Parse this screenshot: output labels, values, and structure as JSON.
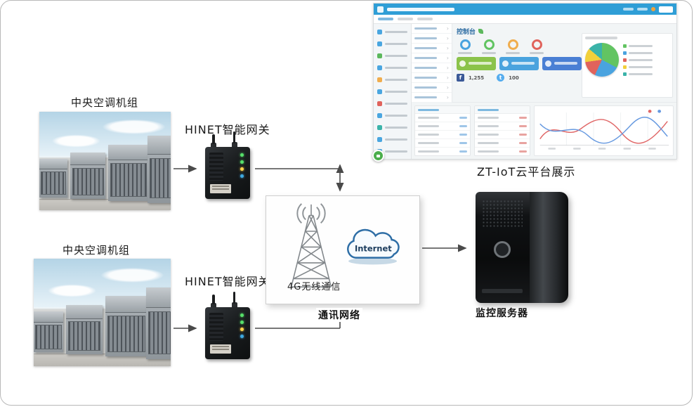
{
  "colors": {
    "arrow": "#4a4a4a",
    "dashboard_header_blue": "#2f9ed6",
    "facebook_blue": "#3b5998",
    "twitter_blue": "#55acee",
    "fab_green": "#4cae4c",
    "pie_green": "#62c462",
    "pie_blue": "#4aa3df",
    "pie_red": "#e0635c",
    "pie_yellow": "#f2d03b",
    "chart_line_red": "#e06666",
    "chart_line_blue": "#6699e0"
  },
  "diagram": {
    "ac_unit_top_label": "中央空调机组",
    "ac_unit_bottom_label": "中央空调机组",
    "gateway_top_label": "HINET智能网关",
    "gateway_bottom_label": "HINET智能网关",
    "wireless_label": "4G无线通信",
    "internet_label": "Internet",
    "network_caption": "通讯网络",
    "server_caption": "监控服务器",
    "platform_caption": "ZT-IoT云平台展示"
  },
  "dashboard": {
    "console_title": "控制台",
    "social": {
      "facebook_icon": "f",
      "twitter_icon": "t",
      "facebook_count": "1,255",
      "twitter_count": "100"
    }
  }
}
